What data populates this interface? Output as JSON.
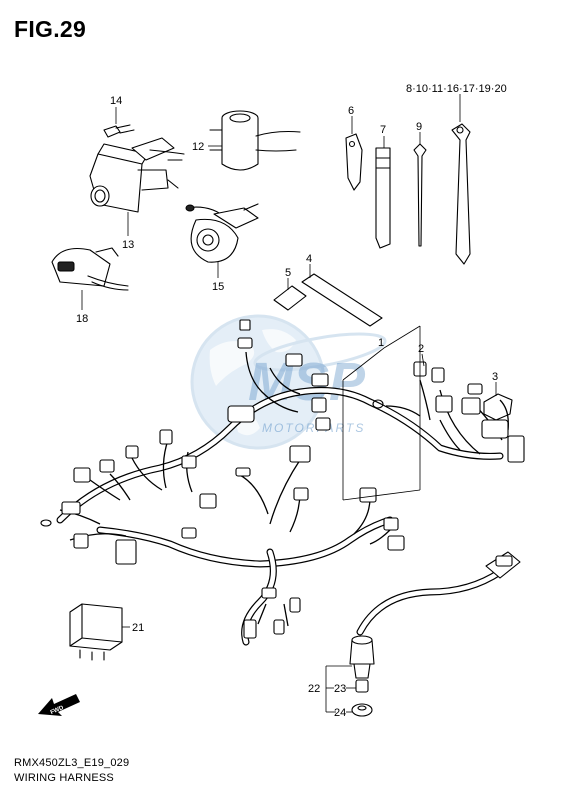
{
  "figure": {
    "title": "FIG.29",
    "model_code": "RMX450ZL3_E19_029",
    "name": "WIRING HARNESS"
  },
  "watermark": {
    "brand": "MSP",
    "tagline": "MOTORPARTS"
  },
  "callouts": {
    "c1": "1",
    "c2": "2",
    "c3": "3",
    "c4": "4",
    "c5": "5",
    "c6": "6",
    "c7": "7",
    "c9": "9",
    "c_ties": "8·10·11·16·17·19·20",
    "c12": "12",
    "c13": "13",
    "c14": "14",
    "c15": "15",
    "c18": "18",
    "c21": "21",
    "c22": "22",
    "c23": "23",
    "c24": "24",
    "fwd": "FWD"
  }
}
